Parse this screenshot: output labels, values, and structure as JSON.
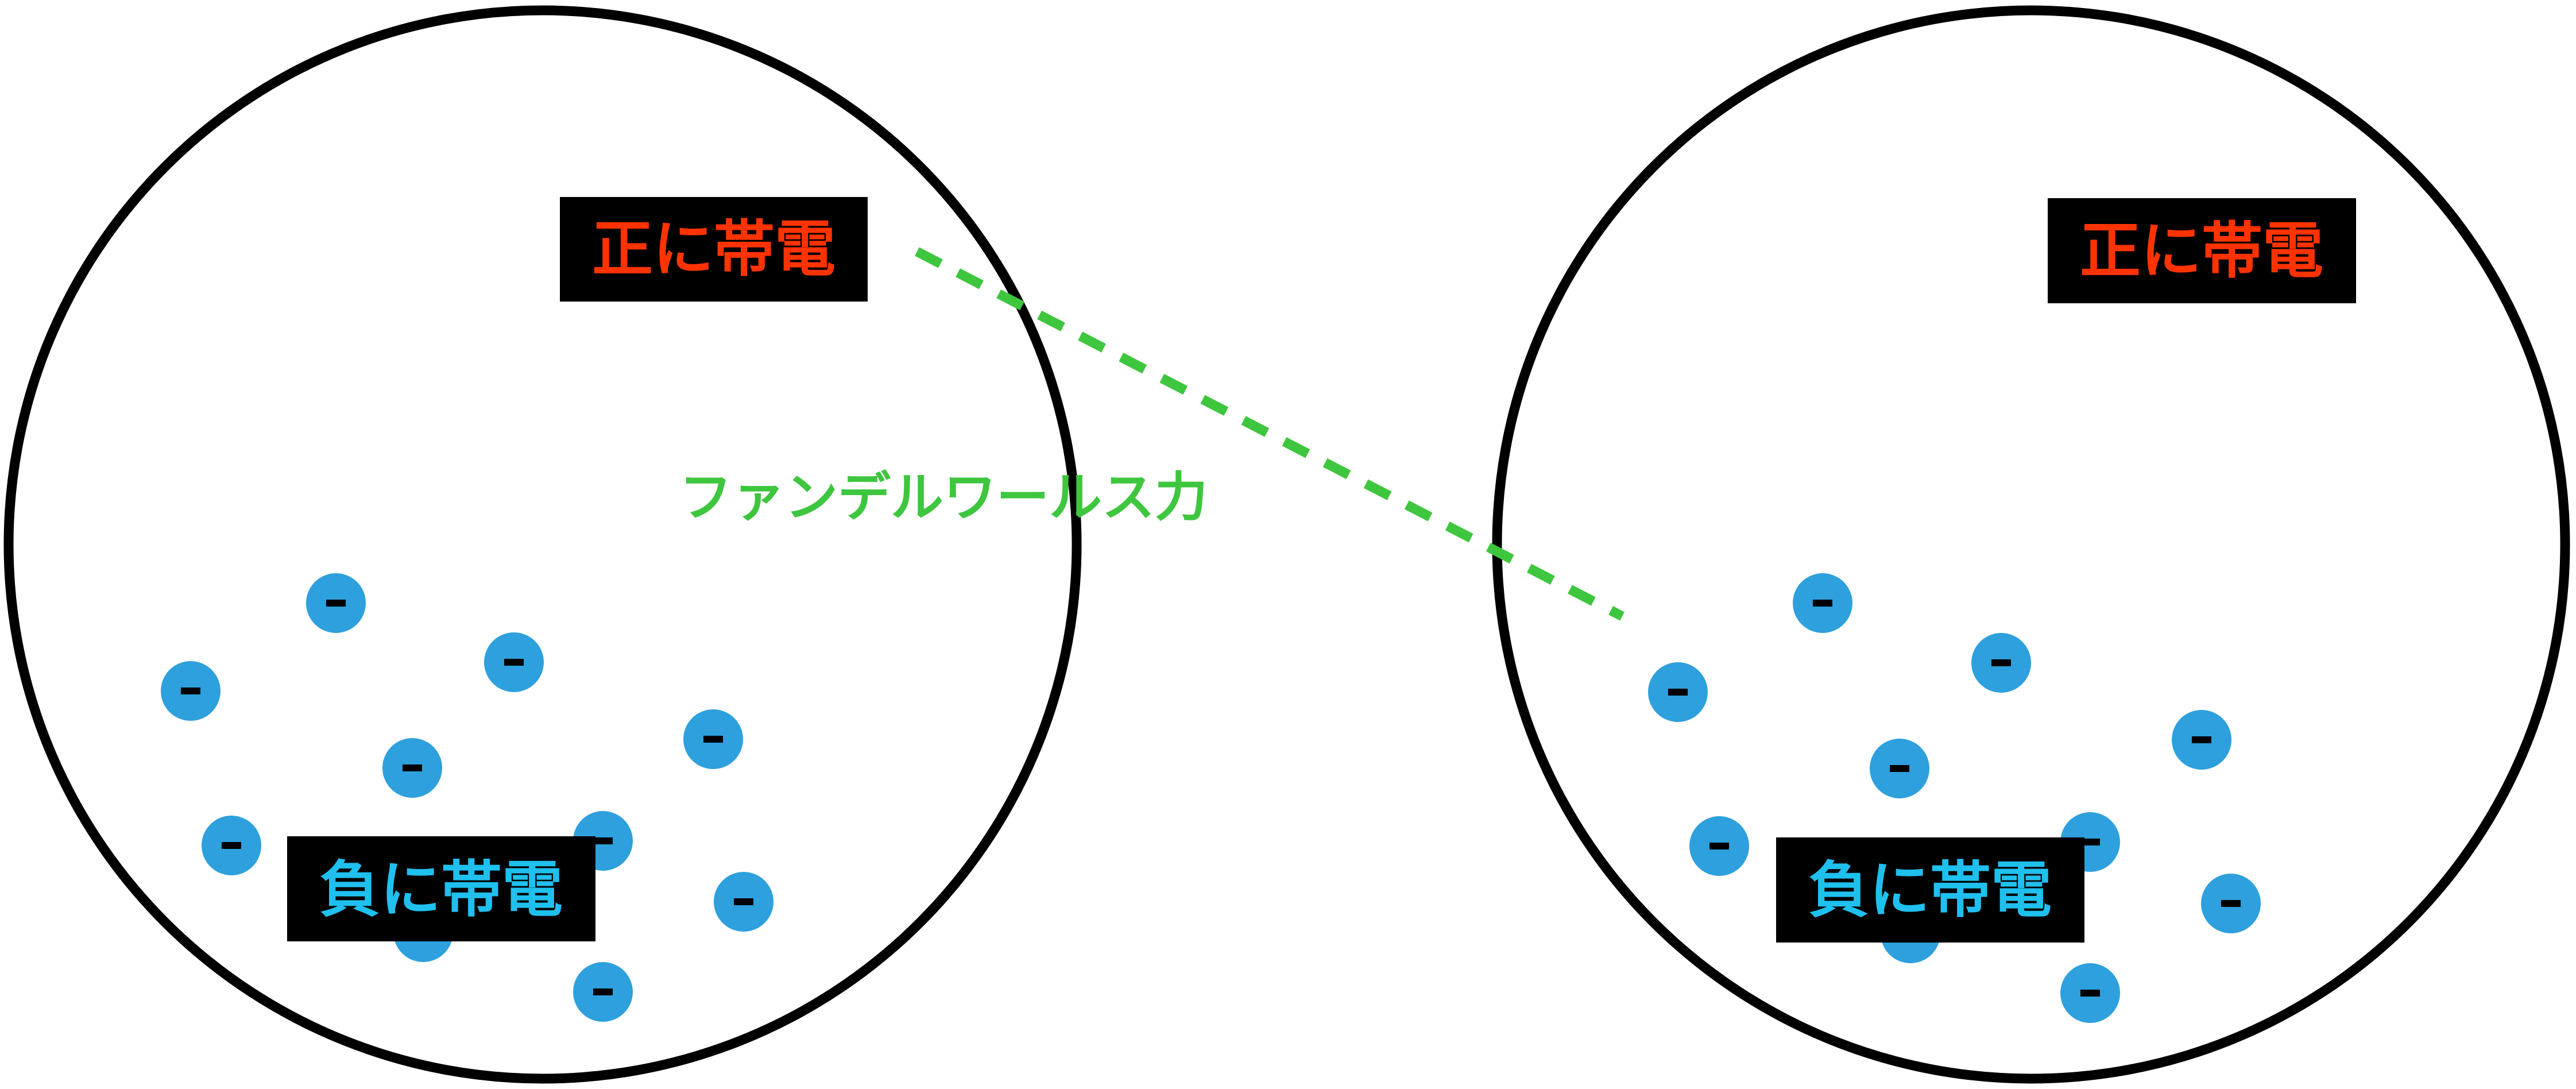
{
  "molecules": [
    {
      "positive_label": "正に帯電",
      "negative_label": "負に帯電",
      "electron_symbol": "-"
    },
    {
      "positive_label": "正に帯電",
      "negative_label": "負に帯電",
      "electron_symbol": "-"
    }
  ],
  "interaction": {
    "label": "ファンデルワールス力"
  },
  "colors": {
    "outline": "#000000",
    "label_box": "#000000",
    "positive_text": "#ff3300",
    "negative_text": "#1fc0ee",
    "electron": "#2ea0dd",
    "electron_sign": "#000000",
    "force_line": "#3ec63e",
    "force_text": "#3ec63e"
  }
}
